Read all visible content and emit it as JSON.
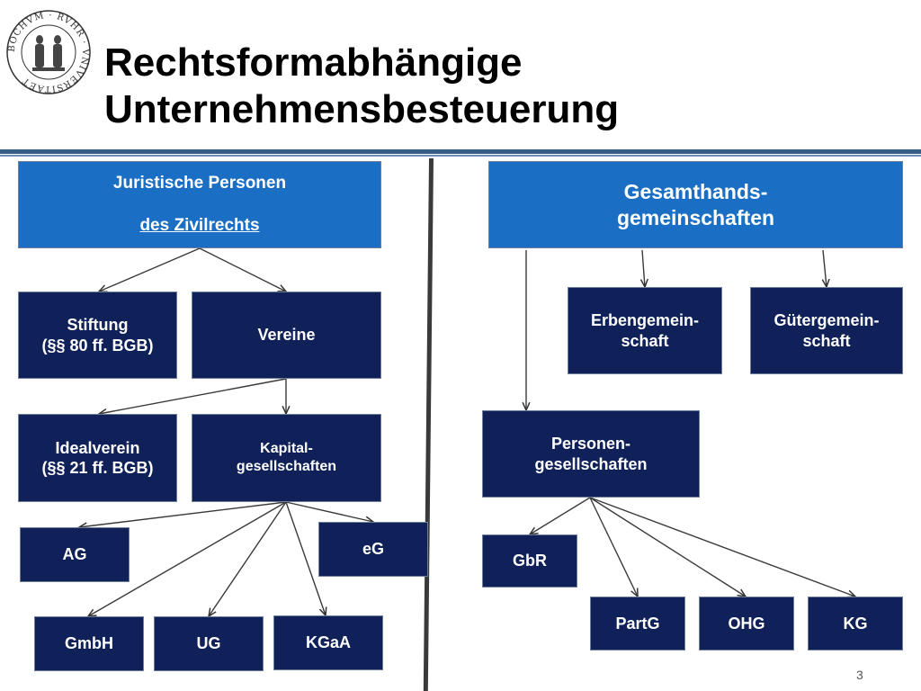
{
  "title": {
    "line1": "Rechtsformabhängige",
    "line2": "Unternehmensbesteuerung"
  },
  "logo": {
    "text": "BOCHVM · RVHR · VNIVERSITAET"
  },
  "boxes": {
    "jurPers": {
      "line1": "Juristische Personen",
      "line2": "des Zivilrechts"
    },
    "gesamthand": "Gesamthands-\ngemeinschaften",
    "stiftung": "Stiftung\n(§§ 80 ff. BGB)",
    "vereine": "Vereine",
    "idealverein": "Idealverein\n(§§ 21 ff. BGB)",
    "kapital": "Kapital-\ngesellschaften",
    "ag": "AG",
    "eg": "eG",
    "gmbh": "GmbH",
    "ug": "UG",
    "kgaa": "KGaA",
    "erben": "Erbengemein-\nschaft",
    "gueter": "Gütergemein-\nschaft",
    "personen": "Personen-\ngesellschaften",
    "gbr": "GbR",
    "partg": "PartG",
    "ohg": "OHG",
    "kg": "KG"
  },
  "colors": {
    "header_box": "#1a6fc4",
    "node_box": "#0f2158",
    "rule": "#355d87"
  },
  "page_number": "3"
}
